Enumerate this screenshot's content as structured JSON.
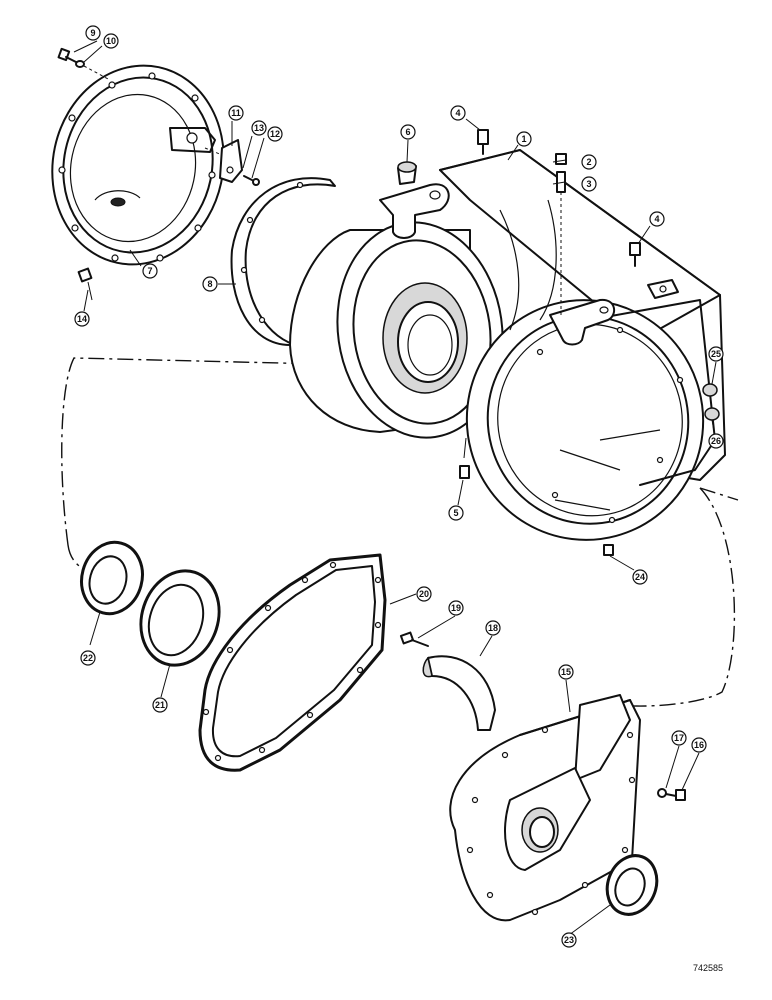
{
  "callouts": {
    "c1": "1",
    "c2": "2",
    "c3": "3",
    "c4a": "4",
    "c4b": "4",
    "c5": "5",
    "c6": "6",
    "c7": "7",
    "c8": "8",
    "c9": "9",
    "c10": "10",
    "c11": "11",
    "c12": "12",
    "c13": "13",
    "c14": "14",
    "c15": "15",
    "c16": "16",
    "c17": "17",
    "c18": "18",
    "c19": "19",
    "c20": "20",
    "c21": "21",
    "c22": "22",
    "c23": "23",
    "c24": "24",
    "c25": "25",
    "c26": "26"
  },
  "document_id": "742585"
}
